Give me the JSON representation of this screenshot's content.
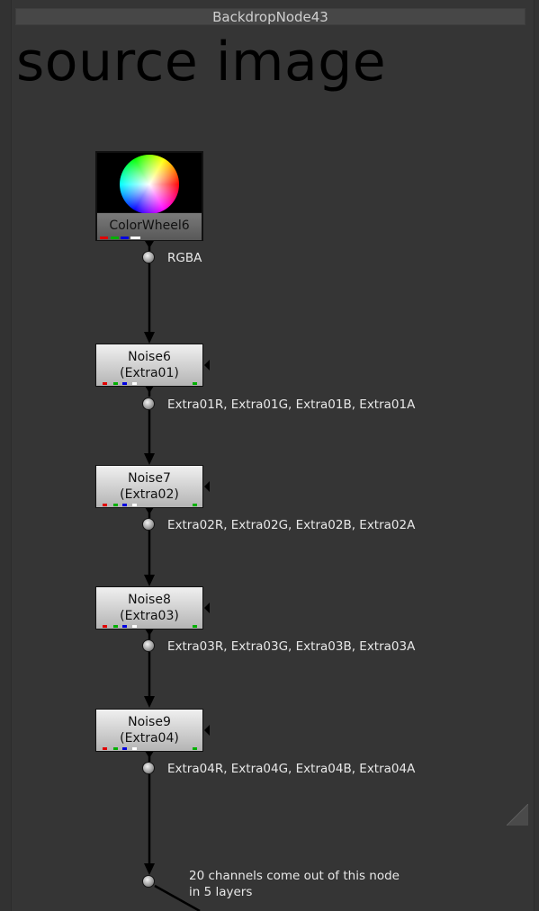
{
  "backdrop": {
    "title": "BackdropNode43",
    "label": "source image"
  },
  "nodes": {
    "colorwheel": {
      "label": "ColorWheel6",
      "output": "RGBA"
    },
    "noise6": {
      "name": "Noise6",
      "layer": "(Extra01)",
      "output": "Extra01R, Extra01G, Extra01B, Extra01A"
    },
    "noise7": {
      "name": "Noise7",
      "layer": "(Extra02)",
      "output": "Extra02R, Extra02G, Extra02B, Extra02A"
    },
    "noise8": {
      "name": "Noise8",
      "layer": "(Extra03)",
      "output": "Extra03R, Extra03G, Extra03B, Extra03A"
    },
    "noise9": {
      "name": "Noise9",
      "layer": "(Extra04)",
      "output": "Extra04R, Extra04G, Extra04B, Extra04A"
    }
  },
  "dot_note": {
    "line1": "20 channels come out of this node",
    "line2": "in 5 layers"
  },
  "colors": {
    "canvas_bg": "#323232",
    "backdrop_bg": "#353535",
    "node_gradient_top": "#f0f0f0",
    "node_gradient_bottom": "#b4b4b4",
    "edge": "#000000",
    "channel_red": "#e00000",
    "channel_green": "#00b000",
    "channel_blue": "#0000e0",
    "channel_alpha": "#ffffff"
  },
  "icons": {
    "dot": "dot-node-icon",
    "mask_input": "mask-input-arrow-icon",
    "resize": "resize-corner-icon"
  }
}
